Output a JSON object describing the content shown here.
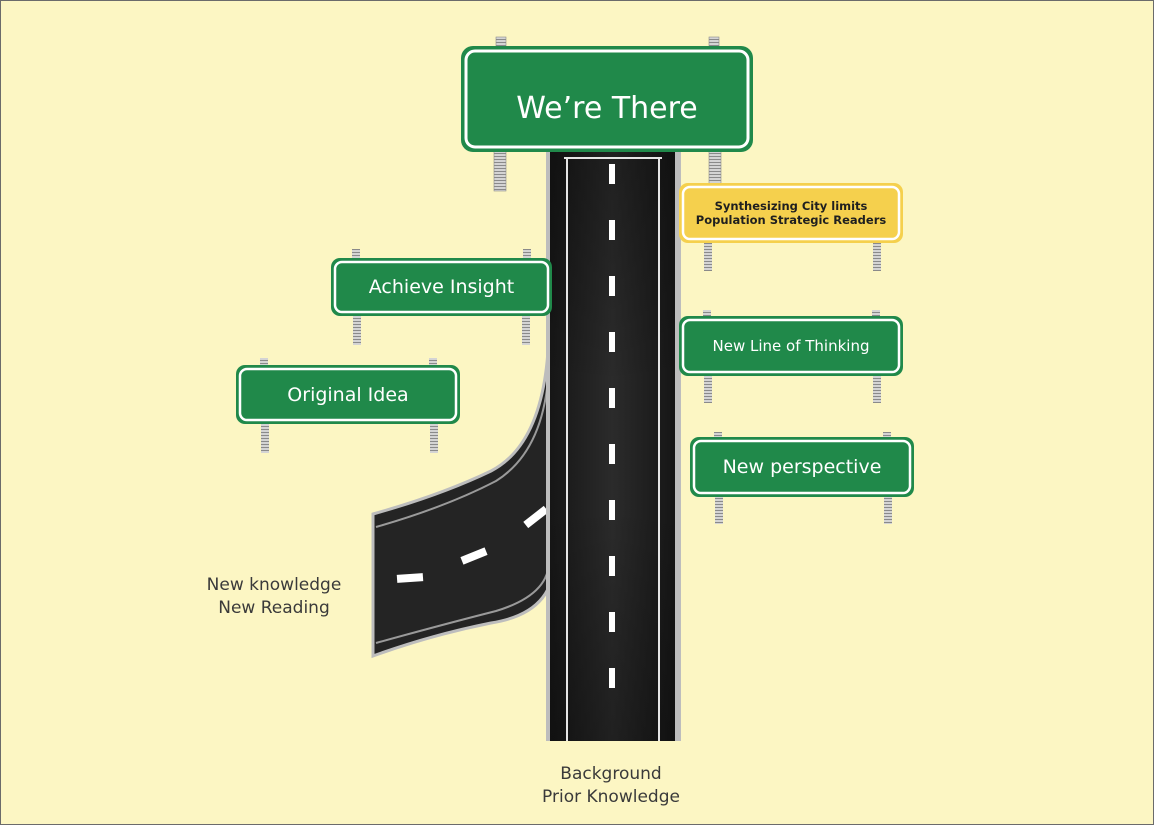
{
  "signs": {
    "top": {
      "label": "We’re There"
    },
    "achieve": {
      "label": "Achieve Insight"
    },
    "original": {
      "label": "Original Idea"
    },
    "synthesizing": {
      "line1": "Synthesizing City limits",
      "line2": "Population Strategic Readers"
    },
    "line_of_thinking": {
      "label": "New Line of Thinking"
    },
    "perspective": {
      "label": "New perspective"
    }
  },
  "captions": {
    "merge_road": {
      "line1": "New knowledge",
      "line2": "New Reading"
    },
    "main_road": {
      "line1": "Background",
      "line2": "Prior Knowledge"
    }
  },
  "colors": {
    "background": "#fcf6c3",
    "sign_green": "#20894a",
    "sign_yellow": "#f5d04d",
    "road": "#222222",
    "road_marking": "#ffffff"
  }
}
